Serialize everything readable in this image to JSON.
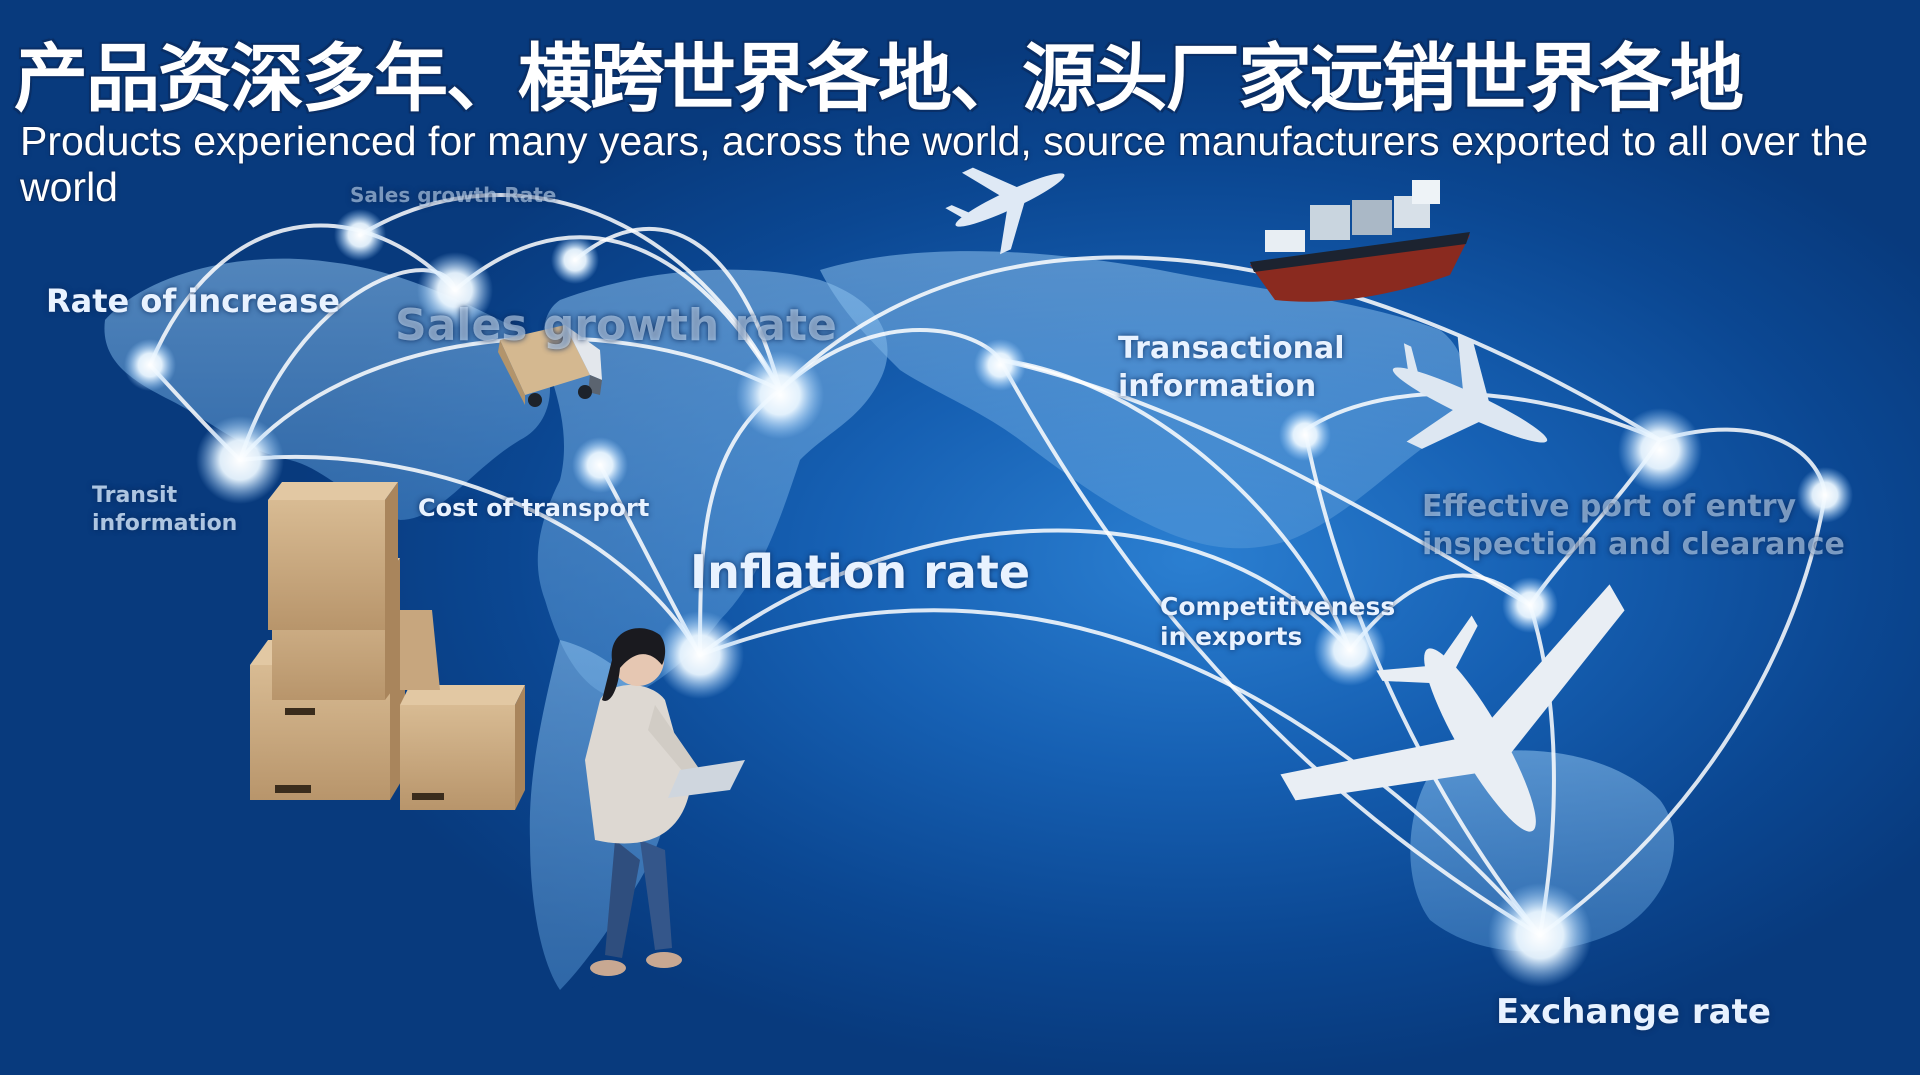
{
  "headline": {
    "zh": "产品资深多年、横跨世界各地、源头厂家远销世界各地",
    "en": "Products experienced for many years, across the world, source manufacturers exported to all over the world"
  },
  "map_labels": {
    "rate_of_increase": "Rate of increase",
    "sales_growth_rate": "Sales growth rate",
    "sales_growth_rate_top": "Sales growth Rate",
    "transit_information": "Transit information",
    "cost_of_transport": "Cost of transport",
    "inflation_rate": "Inflation rate",
    "transactional_information": "Transactional information",
    "effective_port": "Effective port of entry inspection and clearance",
    "competitiveness": "Competitiveness in exports",
    "exchange_rate": "Exchange rate"
  },
  "colors": {
    "background": "#0d4d97",
    "glow": "#ffffff",
    "box": "#c9a982"
  },
  "icons": [
    "airplane-icon",
    "cargo-ship-icon",
    "truck-icon",
    "cardboard-boxes-icon",
    "woman-with-tablet-figure"
  ]
}
